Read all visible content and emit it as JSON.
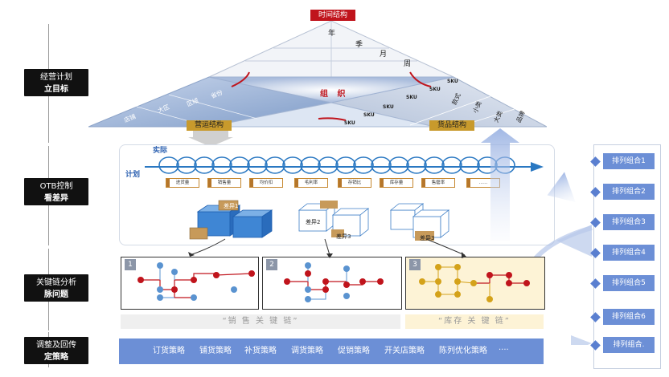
{
  "stages": [
    {
      "line1": "经营计划",
      "line2": "立目标"
    },
    {
      "line1": "OTB控制",
      "line2": "看差异"
    },
    {
      "line1": "关键链分析",
      "line2": "脉问题"
    },
    {
      "line1": "调整及回传",
      "line2": "定策略"
    }
  ],
  "pyramid": {
    "top_label": "时间结构",
    "time_levels": [
      "年",
      "季",
      "月",
      "周"
    ],
    "center_label": "组 织",
    "left_base_label": "营运结构",
    "right_base_label": "货品结构",
    "left_levels": [
      "店铺",
      "大区",
      "区域",
      "省份"
    ],
    "right_levels": [
      "品牌",
      "大类",
      "小类",
      "款式"
    ],
    "sku_label": "SKU"
  },
  "otb": {
    "actual_label": "实际",
    "plan_label": "计划",
    "metrics": [
      "进货量",
      "销售量",
      "均价扣",
      "毛利率",
      "存销比",
      "库存量",
      "售罄率",
      "……"
    ],
    "diff_labels": [
      "差异1",
      "差异2",
      "差异3",
      "差异3"
    ]
  },
  "chains": {
    "boxes": [
      "1",
      "2",
      "3"
    ],
    "sales_caption": "“销 售 关 键 链”",
    "inventory_caption": "“库存 关 键 链”",
    "colors": {
      "red": "#c0141c",
      "blue": "#5a93d0",
      "gold": "#d4a21a"
    }
  },
  "strategies": [
    "订货策略",
    "铺货策略",
    "补货策略",
    "调货策略",
    "促销策略",
    "开关店策略",
    "陈列优化策略",
    "...."
  ],
  "assortments": [
    "排列组合1",
    "排列组合2",
    "排列组合3",
    "排列组合4",
    "排列组合5",
    "排列组合6",
    "排列组合."
  ],
  "colors": {
    "accent_blue": "#6c8fd6",
    "label_red": "#c0141c",
    "gold": "#c89a2c"
  }
}
